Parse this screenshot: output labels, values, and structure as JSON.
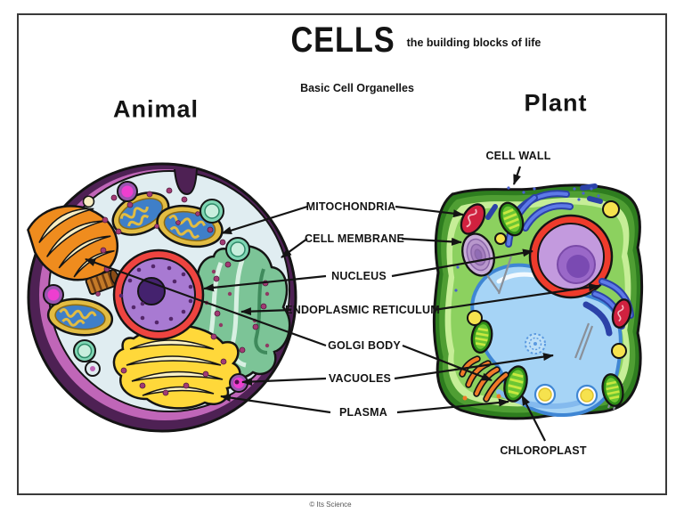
{
  "header": {
    "title": "CELLS",
    "tagline": "the building blocks of life",
    "subtitle": "Basic Cell Organelles"
  },
  "headings": {
    "animal": "Animal",
    "plant": "Plant"
  },
  "labels": {
    "mitochondria": "MITOCHONDRIA",
    "cell_membrane": "CELL MEMBRANE",
    "nucleus": "NUCLEUS",
    "endoplasmic_reticulum": "ENDOPLASMIC RETICULUM",
    "golgi_body": "GOLGI BODY",
    "vacuoles": "VACUOLES",
    "plasma": "PLASMA",
    "cell_wall": "CELL WALL",
    "chloroplast": "CHLOROPLAST"
  },
  "footer": {
    "credit": "© Its Science"
  },
  "colors": {
    "animal_membrane": "#4e2154",
    "animal_rim": "#c066b8",
    "animal_cytoplasm": "#e0edf1",
    "nucleus_ring": "#ee4440",
    "nucleus_fill": "#a87ad2",
    "plant_wall": "#2e7d1f",
    "plant_cytoplasm": "#8cd15f",
    "vacuole_blue": "#a6d4f6",
    "chloroplast_green": "#6cc633",
    "er_blue": "#3a56cc",
    "golgi_orange": "#ef8c1e",
    "label_ink": "#141414"
  }
}
